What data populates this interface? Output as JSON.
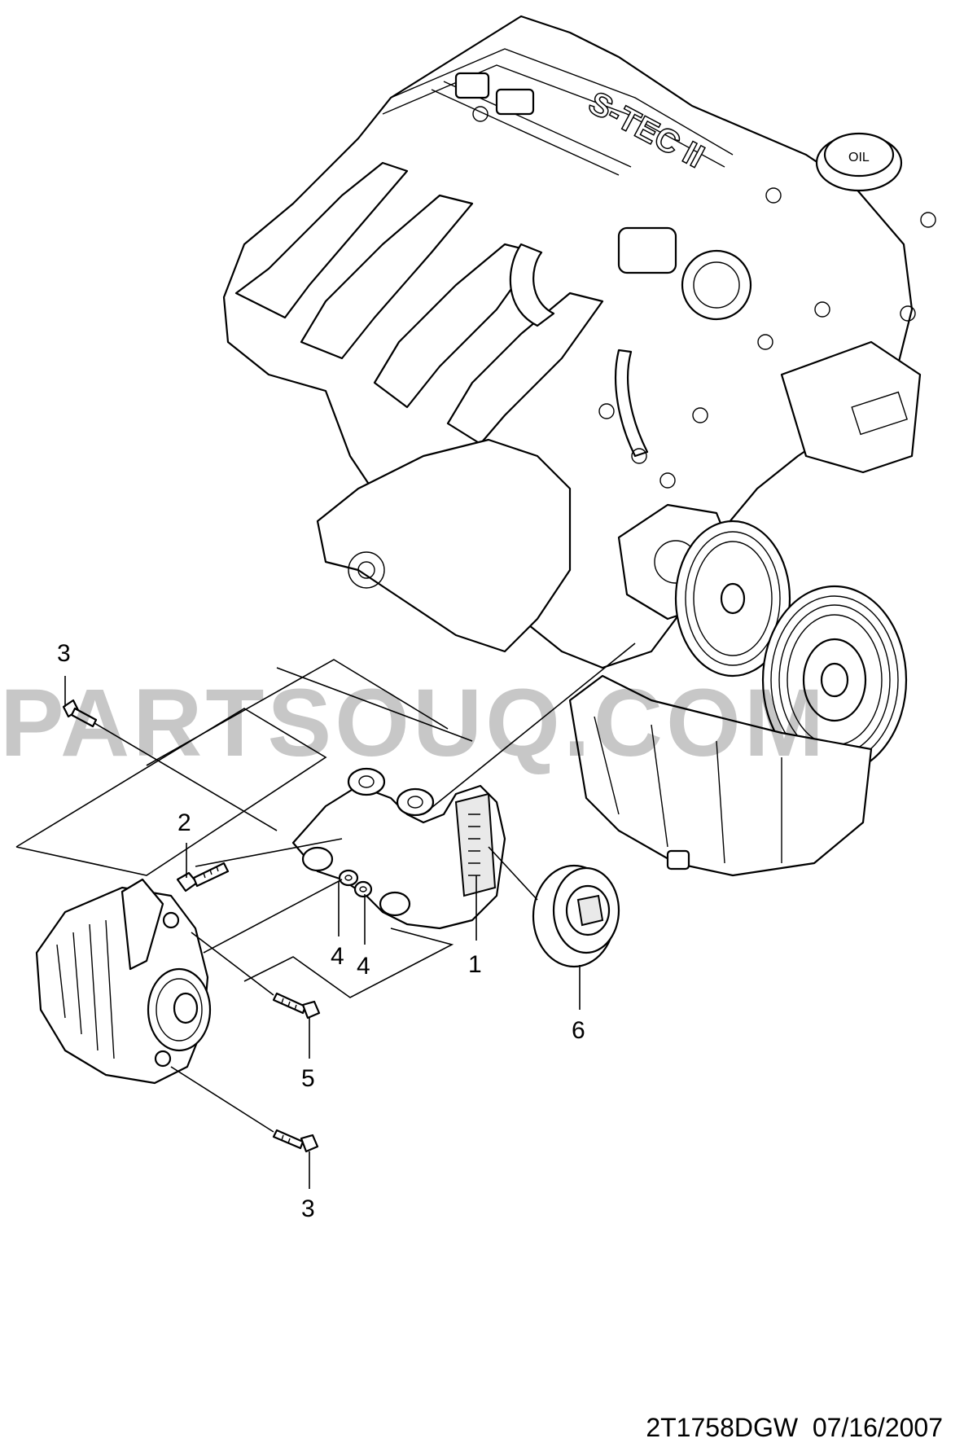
{
  "watermark": "PARTSOUQ.COM",
  "footer": {
    "code": "2T1758DGW",
    "date": "07/16/2007"
  },
  "callouts": [
    {
      "label": "3"
    },
    {
      "label": "2"
    },
    {
      "label": "4"
    },
    {
      "label": "4"
    },
    {
      "label": "1"
    },
    {
      "label": "6"
    },
    {
      "label": "5"
    },
    {
      "label": "3"
    }
  ],
  "engine_labels": {
    "cover_text": "S-TEC II",
    "cap_text": "OIL"
  },
  "colors": {
    "line": "#000000",
    "background": "#ffffff",
    "watermark": "#b0b0b0"
  }
}
